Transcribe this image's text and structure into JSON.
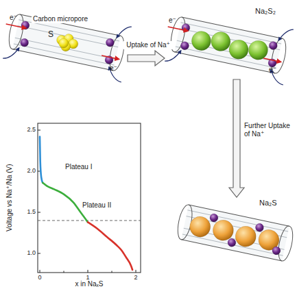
{
  "diagram": {
    "nodes": [
      {
        "text": [
          "Carbon micropore",
          "S"
        ]
      },
      {
        "text": [
          "Na₂S₂"
        ]
      },
      {
        "text": [
          "Na₂S"
        ]
      }
    ],
    "edges": [
      {
        "from": 0,
        "to": 1,
        "label": "Uptake of Na⁺",
        "arrow": "to"
      },
      {
        "from": 1,
        "to": 2,
        "label": "Further Uptake of Na⁺",
        "arrow": "to"
      }
    ],
    "labels": [
      "e⁻",
      "e⁻",
      "e⁻",
      "e⁻",
      "Voltage vs Na⁺/Na (V)",
      "2.5",
      "2.0",
      "1.5",
      "1.0",
      "Plateau I",
      "Plateau II",
      "0",
      "1",
      "2",
      "x in NaₓS"
    ]
  }
}
